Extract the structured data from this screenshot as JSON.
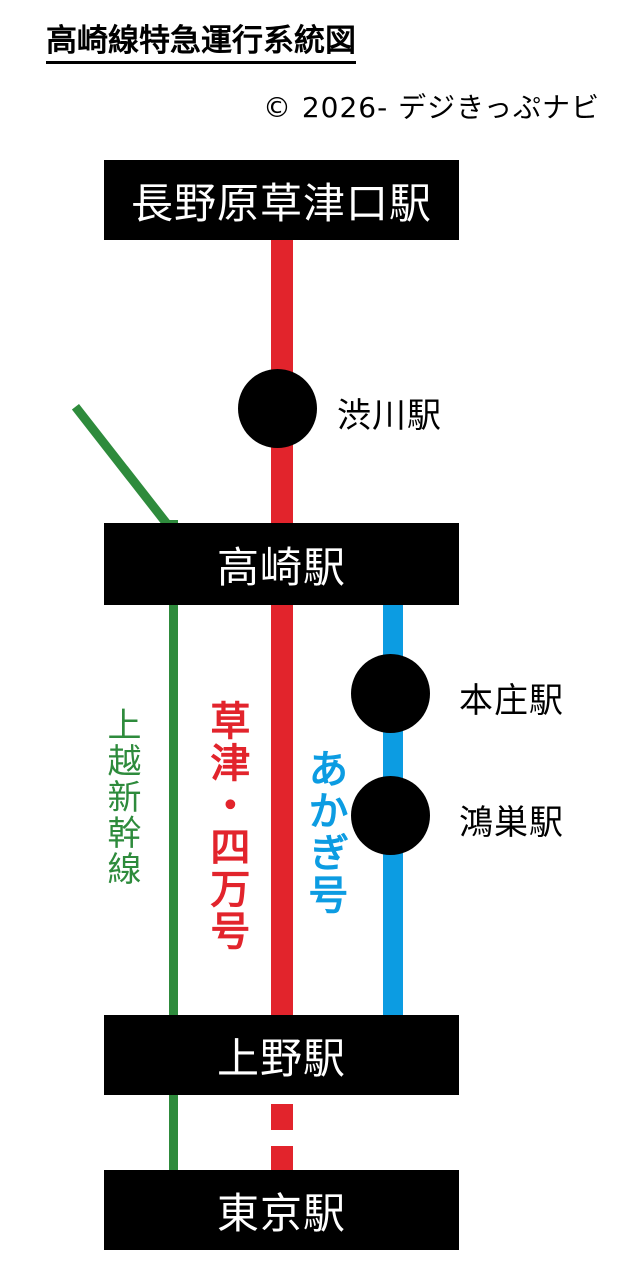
{
  "header": {
    "title": "高崎線特急運行系統図",
    "copyright": "© 2026- デジきっぷナビ"
  },
  "colors": {
    "red": "#e2242c",
    "blue": "#0c9ce2",
    "green": "#2e8b3c",
    "box": "#000000",
    "box_text": "#ffffff",
    "background": "#ffffff"
  },
  "stations": {
    "naganoharakusatsuguchi": "長野原草津口駅",
    "shibukawa": "渋川駅",
    "takasaki": "高崎駅",
    "honjo": "本庄駅",
    "konosu": "鴻巣駅",
    "ueno": "上野駅",
    "tokyo": "東京駅"
  },
  "lines": {
    "joetsu_shinkansen": "上越新幹線",
    "kusatsu_shima": "草津・四万号",
    "akagi": "あかぎ号"
  }
}
